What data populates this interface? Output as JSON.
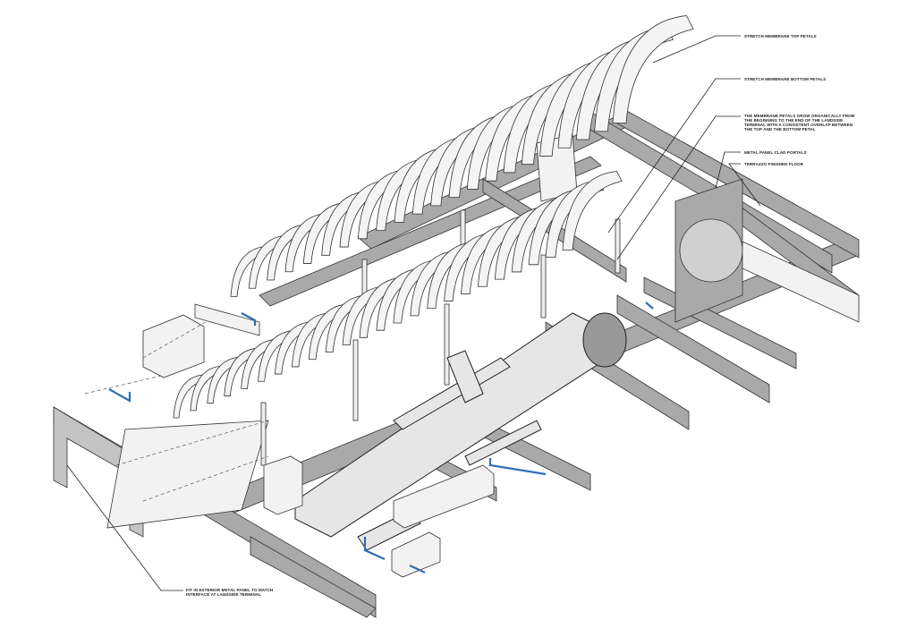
{
  "annotations": {
    "top_petals": "Stretch membrane top petals",
    "bottom_petals": "Stretch membrane bottom petals",
    "petal_growth": "The membrane petals grow organically from the beginning to the end of the landside terminal with a consistent overlap between the top and the bottom petal",
    "portals": "Metal panel clad portals",
    "floor": "Terrazzo finished floor",
    "exterior_panel": "Fit in exterior metal panel to match interface at landside terminal"
  },
  "colors": {
    "concrete": "#a9a9a9",
    "pipe": "#2f6db5",
    "line": "#333333"
  }
}
